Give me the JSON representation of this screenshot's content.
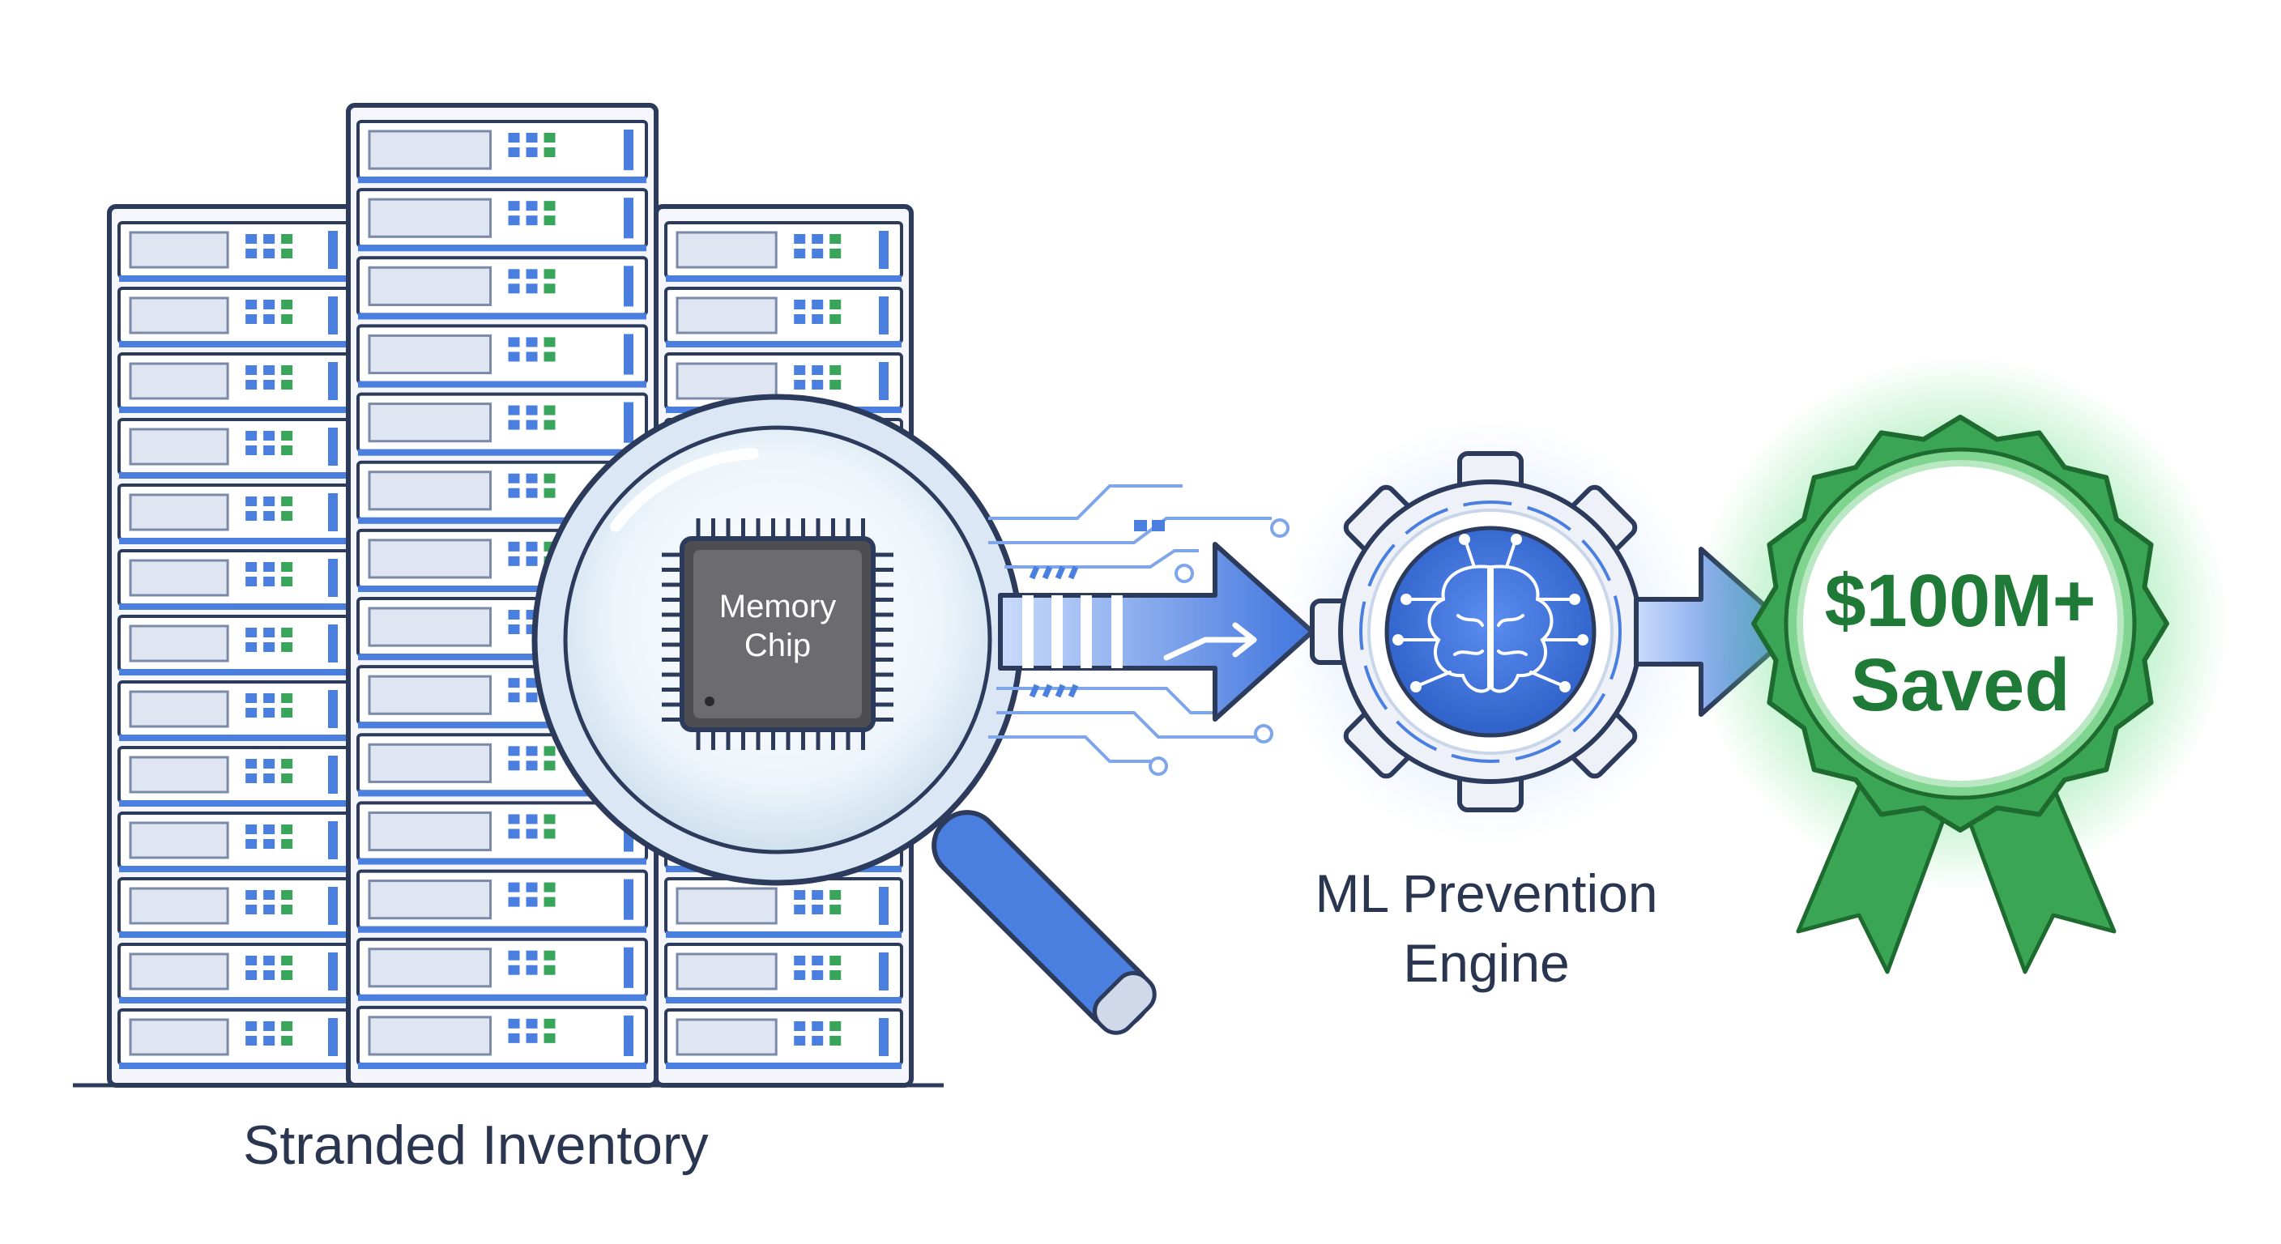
{
  "labels": {
    "stranded_inventory": "Stranded Inventory",
    "engine_line1": "ML Prevention",
    "engine_line2": "Engine"
  },
  "chip": {
    "line1": "Memory",
    "line2": "Chip"
  },
  "badge": {
    "line1": "$100M+",
    "line2": "Saved"
  },
  "colors": {
    "accent_blue": "#4a7fe0",
    "outline_navy": "#2c3a5c",
    "rack_fill": "#eef2fa",
    "led_green": "#38a55a",
    "badge_green": "#3aa655",
    "badge_text": "#1e7a36",
    "chip_fill": "#6b6b70"
  },
  "icons": [
    "server-rack-icon",
    "magnifying-glass-icon",
    "memory-chip-icon",
    "gear-icon",
    "brain-circuit-icon",
    "arrow-right-icon",
    "award-badge-icon"
  ]
}
